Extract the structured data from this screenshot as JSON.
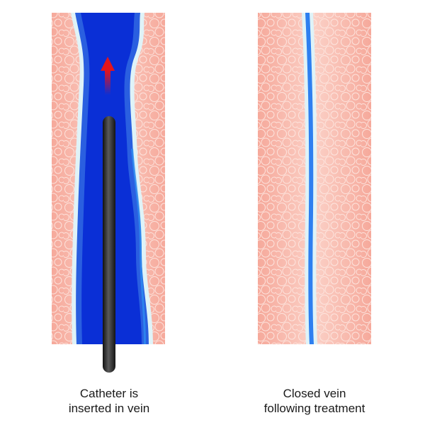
{
  "panels": [
    {
      "caption_line1": "Catheter is",
      "caption_line2": "inserted in vein"
    },
    {
      "caption_line1": "Closed vein",
      "caption_line2": "following treatment"
    }
  ],
  "colors": {
    "tissue": "#f9c0b4",
    "tissue_edge": "#f2a595",
    "cell_outline": "#fde4dd",
    "vein_wall": "#dff3f8",
    "blood_outer": "#2a5fe0",
    "blood_inner": "#0a2fd6",
    "blood_light": "#2e8cf0",
    "catheter": "#2b2b2b",
    "arrow": "#e3141c"
  },
  "icons": {
    "direction": "red-up-arrow-icon",
    "device": "catheter"
  }
}
